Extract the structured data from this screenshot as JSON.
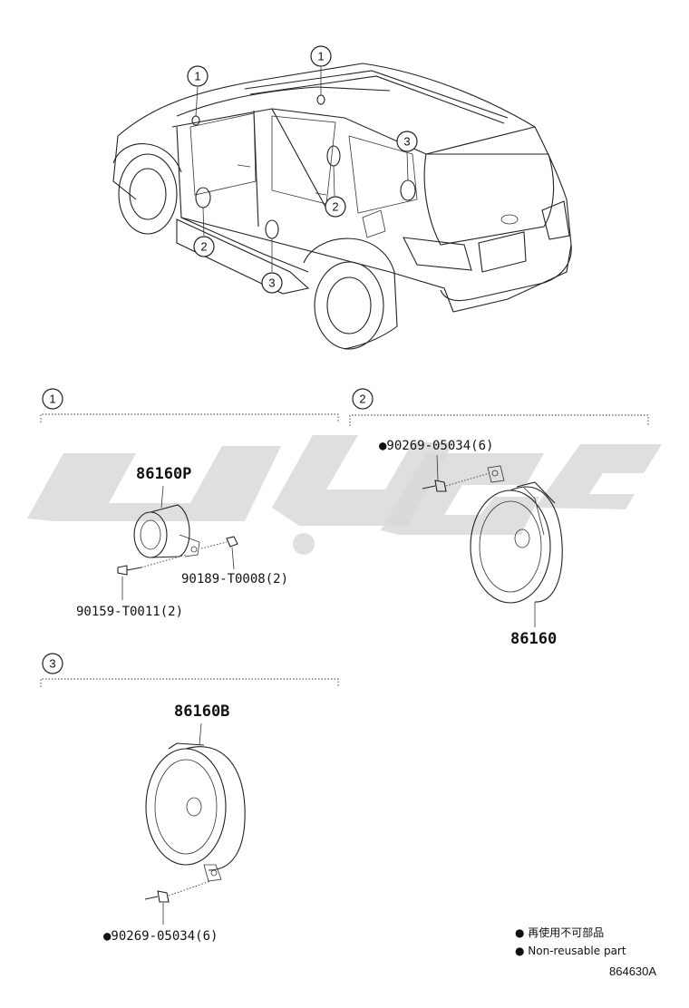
{
  "callouts": {
    "c1a": "1",
    "c1b": "1",
    "c3a": "3",
    "c2a": "2",
    "c2b": "2",
    "c3b": "3",
    "section1": "1",
    "section2": "2",
    "section3": "3"
  },
  "section1": {
    "part_main": "86160P",
    "part_screw": "90159-T0011(2)",
    "part_nut": "90189-T0008(2)"
  },
  "section2": {
    "part_screw": "●90269-05034(6)",
    "part_main": "86160"
  },
  "section3": {
    "part_main": "86160B",
    "part_screw": "●90269-05034(6)"
  },
  "legend": {
    "line_jp": "● 再使用不可部品",
    "line_en": "● Non-reusable part"
  },
  "figure_code": "864630A",
  "colors": {
    "ink": "#111111",
    "watermark": "#d9d9d9"
  }
}
